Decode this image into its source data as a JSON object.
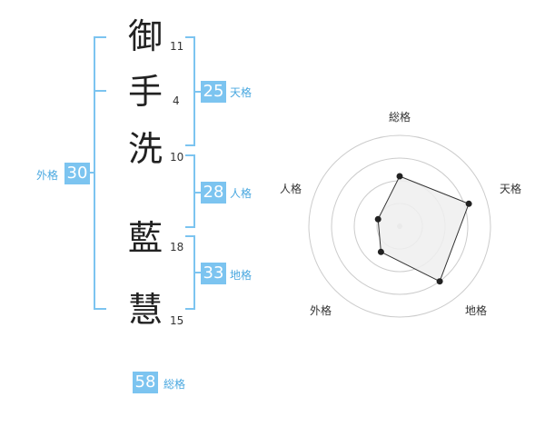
{
  "name": {
    "chars": [
      {
        "char": "御",
        "strokes": "11"
      },
      {
        "char": "手",
        "strokes": "4"
      },
      {
        "char": "洗",
        "strokes": "10"
      },
      {
        "char": "藍",
        "strokes": "18"
      },
      {
        "char": "慧",
        "strokes": "15"
      }
    ]
  },
  "kaku": {
    "tenkaku": {
      "value": "25",
      "label": "天格"
    },
    "jinkaku": {
      "value": "28",
      "label": "人格"
    },
    "chikaku": {
      "value": "33",
      "label": "地格"
    },
    "gaikaku": {
      "value": "30",
      "label": "外格"
    },
    "soukaku": {
      "value": "58",
      "label": "総格"
    }
  },
  "radar": {
    "axes": [
      "総格",
      "天格",
      "地格",
      "外格",
      "人格"
    ],
    "scores": [
      0.55,
      0.8,
      0.75,
      0.35,
      0.25
    ],
    "colors": {
      "accent": "#7cc4f0",
      "fill": "#eeeeee",
      "line": "#333333",
      "grid": "#cccccc",
      "dot": "#222222"
    }
  }
}
